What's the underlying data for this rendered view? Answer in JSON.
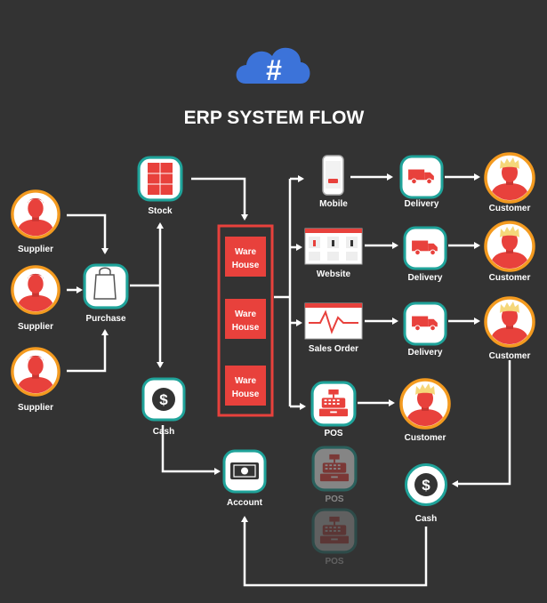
{
  "title": "ERP SYSTEM FLOW",
  "icons": {
    "cloud": "hashtag-cloud-icon",
    "person": "person-icon",
    "bag": "shopping-bag-icon",
    "stock": "boxes-icon",
    "warehouse": "warehouse-block",
    "mobile": "mobile-phone-icon",
    "website": "website-icon",
    "sales": "sales-chart-icon",
    "pos": "cash-register-icon",
    "truck": "delivery-truck-icon",
    "cash": "dollar-coin-icon",
    "account": "banknote-icon"
  },
  "colors": {
    "background": "#333333",
    "orange": "#F39A1F",
    "teal": "#1FA39A",
    "red": "#E8413C",
    "cloud": "#3C73D9"
  },
  "labels": {
    "supplier1": "Supplier",
    "supplier2": "Supplier",
    "supplier3": "Supplier",
    "purchase": "Purchase",
    "stock": "Stock",
    "cash_left": "Cash",
    "account": "Account",
    "warehouse1_l1": "Ware",
    "warehouse1_l2": "House",
    "warehouse2_l1": "Ware",
    "warehouse2_l2": "House",
    "warehouse3_l1": "Ware",
    "warehouse3_l2": "House",
    "mobile": "Mobile",
    "website": "Website",
    "sales_order": "Sales Order",
    "pos_main": "POS",
    "pos_ghost1": "POS",
    "pos_ghost2": "POS",
    "delivery1": "Delivery",
    "delivery2": "Delivery",
    "delivery3": "Delivery",
    "customer1": "Customer",
    "customer2": "Customer",
    "customer3": "Customer",
    "customer4": "Customer",
    "cash_right": "Cash"
  }
}
